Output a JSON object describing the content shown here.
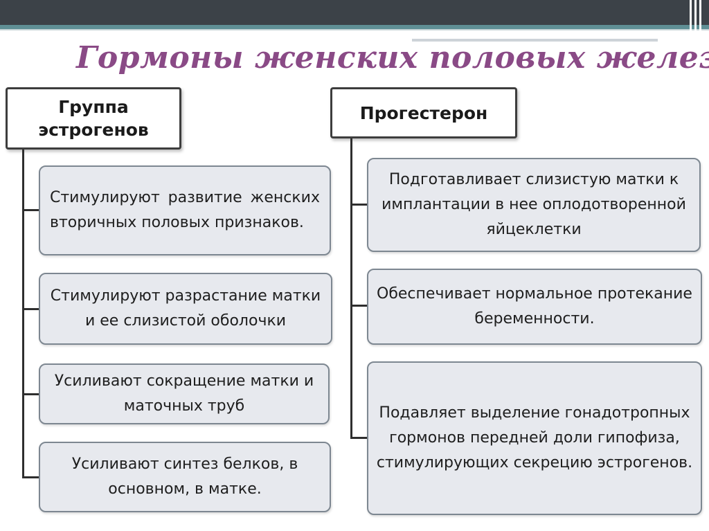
{
  "title": "Гормоны женских половых желез",
  "left_column": {
    "header": "Группа эстрогенов",
    "items": [
      "Стимулируют развитие женских вторичных половых признаков.",
      "Стимулируют разрастание матки и ее слизистой оболочки",
      "Усиливают сокращение матки и маточных труб",
      "Усиливают синтез белков, в основном, в матке."
    ]
  },
  "right_column": {
    "header": "Прогестерон",
    "items": [
      "Подготавливает слизистую матки к имплантации в нее оплодотворенной яйцеклетки",
      "Обеспечивает нормальное протекание беременности.",
      "Подавляет выделение гонадотропных гормонов передней доли гипофиза, стимулирующих секрецию эстрогенов."
    ]
  },
  "colors": {
    "title": "#8a4a86",
    "box_fill": "#e7e9ee",
    "box_border": "#7d8791",
    "top_bar": "#3c4248",
    "top_accent": "#5f8f95"
  }
}
